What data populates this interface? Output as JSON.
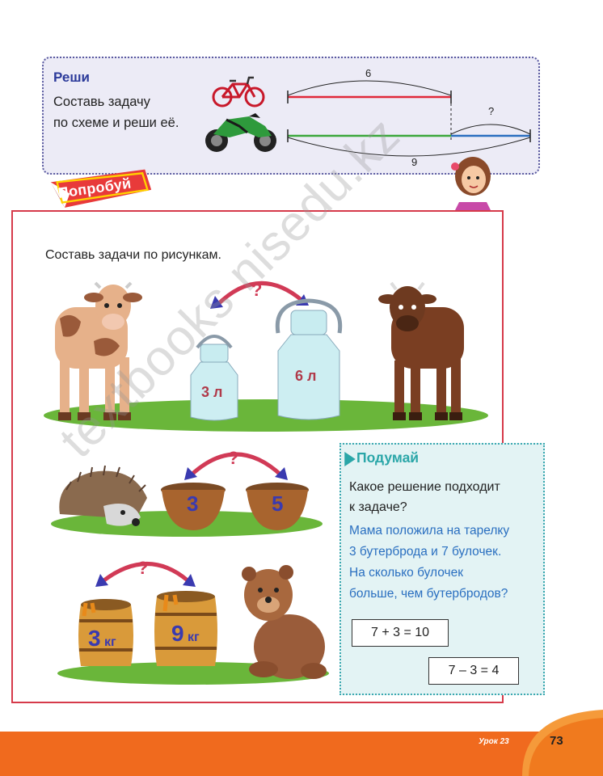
{
  "reshi": {
    "title": "Реши",
    "line1": "Составь задачу",
    "line2": "по схеме и реши её.",
    "scheme_top": "6",
    "scheme_right": "?",
    "scheme_bottom": "9"
  },
  "banner": {
    "label": "Попробуй"
  },
  "task": {
    "text": "Составь задачи по рисункам."
  },
  "pictures": {
    "cans_question": "?",
    "can_small": "3 л",
    "can_large": "6 л",
    "bowls_question": "?",
    "bowl_left": "3",
    "bowl_right": "5",
    "barrels_question": "?",
    "barrel_left_num": "3",
    "barrel_left_unit": "кг",
    "barrel_right_num": "9",
    "barrel_right_unit": "кг"
  },
  "think": {
    "title": "Подумай",
    "question_line1": "Какое решение подходит",
    "question_line2": "к задаче?",
    "problem_line1": "Мама положила на тарелку",
    "problem_line2": "3 бутерброда и 7 булочек.",
    "problem_line3": "На сколько булочек",
    "problem_line4": "больше, чем бутербродов?",
    "answer1": "7 + 3 = 10",
    "answer2": "7 – 3 = 4"
  },
  "footer": {
    "lesson": "Урок 23",
    "page": "73"
  },
  "watermark": "textbooks nisedu.kz",
  "colors": {
    "accent_red": "#d63a4a",
    "think_teal": "#2aa6a8",
    "problem_blue": "#2a6fc0",
    "footer_orange": "#f06a1e"
  }
}
